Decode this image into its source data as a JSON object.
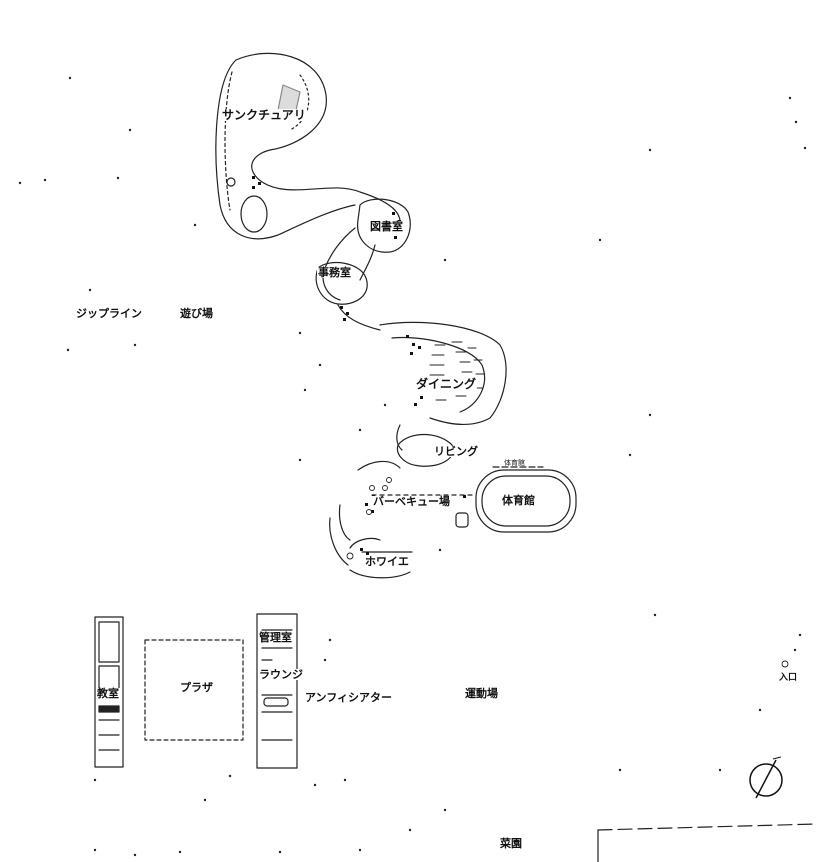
{
  "labels": {
    "sanctuary": "サンクチュアリ",
    "library": "図書室",
    "office": "事務室",
    "zipline": "ジップライン",
    "playground": "遊び場",
    "dining": "ダイニング",
    "living": "リビング",
    "bbq": "バーベキュー場",
    "gym": "体育館",
    "gym_top": "体育館",
    "foyer": "ホワイエ",
    "classroom": "教室",
    "plaza": "プラザ",
    "admin": "管理室",
    "lounge": "ラウンジ",
    "amphitheater": "アンフィシアター",
    "sports_field": "運動場",
    "farm": "菜園",
    "entrance": "入口"
  },
  "colors": {
    "ink": "#111111",
    "background": "#ffffff"
  },
  "icons": {
    "north_arrow": "north-arrow-icon"
  }
}
